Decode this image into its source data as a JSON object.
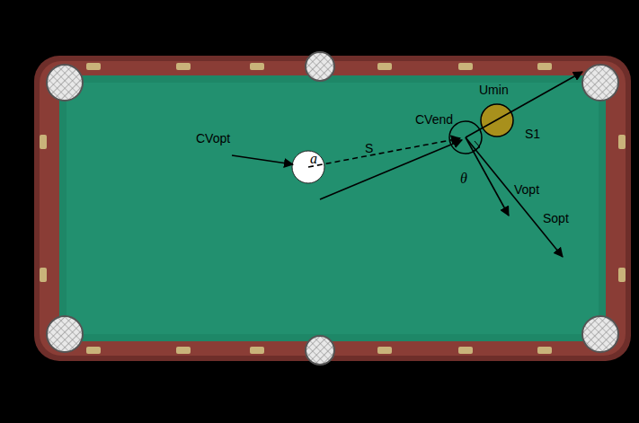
{
  "diagram": {
    "labels": [
      "CVopt",
      "S",
      "a",
      "CVend",
      "θ",
      "Umin",
      "S1",
      "Vopt",
      "Sopt"
    ]
  }
}
